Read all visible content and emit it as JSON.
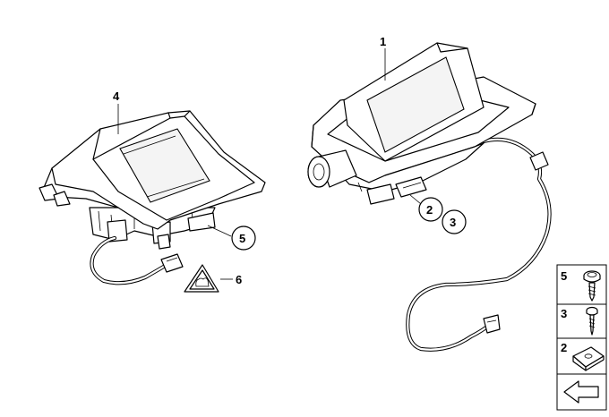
{
  "callouts": {
    "c1": "1",
    "c2": "2",
    "c3": "3",
    "c4": "4",
    "c5": "5",
    "c6": "6"
  },
  "legend": {
    "items": [
      {
        "label": "5",
        "icon": "screw-with-washer-icon"
      },
      {
        "label": "3",
        "icon": "self-tapping-screw-icon"
      },
      {
        "label": "2",
        "icon": "clip-nut-icon"
      }
    ],
    "arrow_icon": "navigation-arrow-icon"
  }
}
